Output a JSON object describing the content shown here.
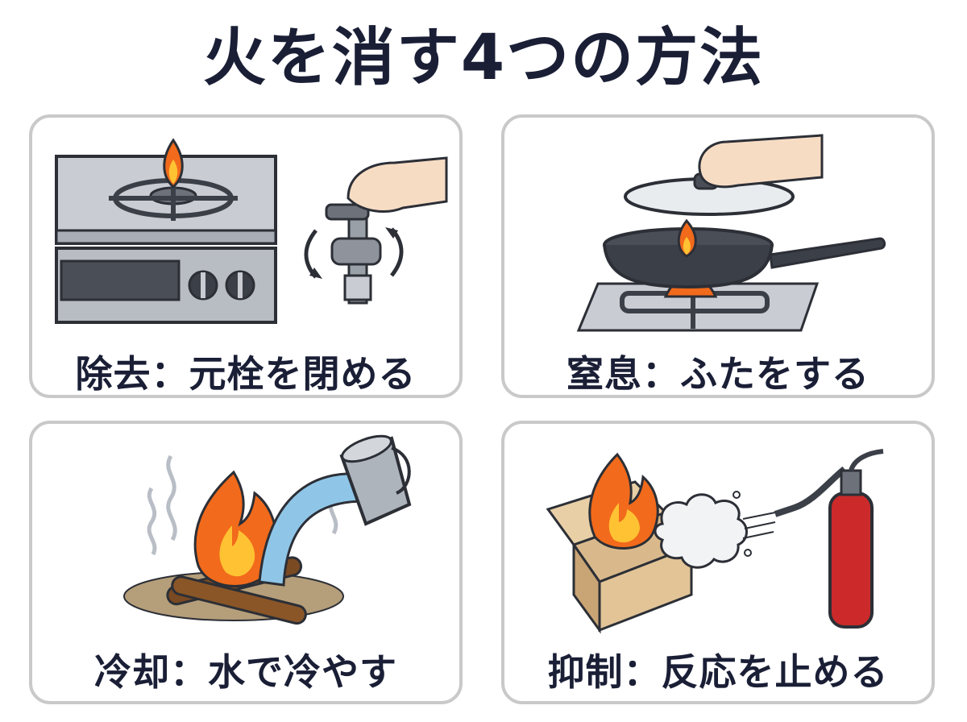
{
  "title": "火を消す4つの方法",
  "panels": [
    {
      "label": "除去：元栓を閉める",
      "icon": "gas-stove-valve-icon"
    },
    {
      "label": "窒息：ふたをする",
      "icon": "pan-lid-icon"
    },
    {
      "label": "冷却：水で冷やす",
      "icon": "water-on-campfire-icon"
    },
    {
      "label": "抑制：反応を止める",
      "icon": "fire-extinguisher-icon"
    }
  ],
  "colors": {
    "title_text": "#1a1f36",
    "card_border": "#c9c9c9",
    "flame_outer": "#f26a1b",
    "flame_inner": "#ffc233",
    "water": "#8fc6e8",
    "extinguisher": "#cc2a2a"
  }
}
